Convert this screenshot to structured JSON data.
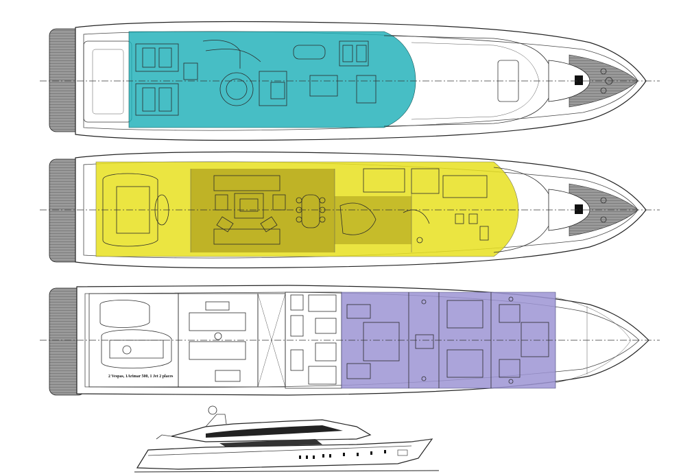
{
  "decks": [
    {
      "id": "sun-deck",
      "zone_color": "#1fb0b8"
    },
    {
      "id": "main-deck",
      "zone_color": "#e8e020"
    },
    {
      "id": "lower-deck",
      "zone_color": "#9c94d4"
    }
  ],
  "lower_deck_caption": "2 Vespas, 1Arimar 500, 1 Jet 2 places",
  "profile": {
    "id": "side-profile"
  }
}
